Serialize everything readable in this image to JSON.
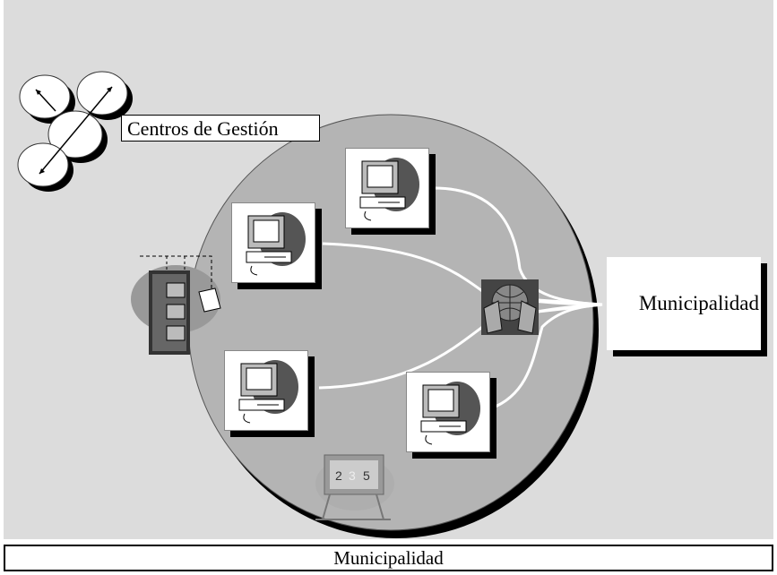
{
  "labels": {
    "centros": "Centros de Gestión",
    "municipality_box": "Municipalidad",
    "footer": "Municipalidad"
  },
  "icons": {
    "workstations": [
      "computer-icon",
      "computer-icon",
      "computer-icon",
      "computer-icon"
    ],
    "hub": "network-hub-icon",
    "archive": "file-cabinet-icon",
    "management": "management-centers-icon",
    "board": "chalkboard-icon"
  },
  "chalkboard_text": [
    "2",
    "3",
    "5"
  ],
  "colors": {
    "background": "#dcdcdc",
    "circle": "#b4b4b4",
    "circle_border": "#000000",
    "connector": "#ffffff"
  }
}
